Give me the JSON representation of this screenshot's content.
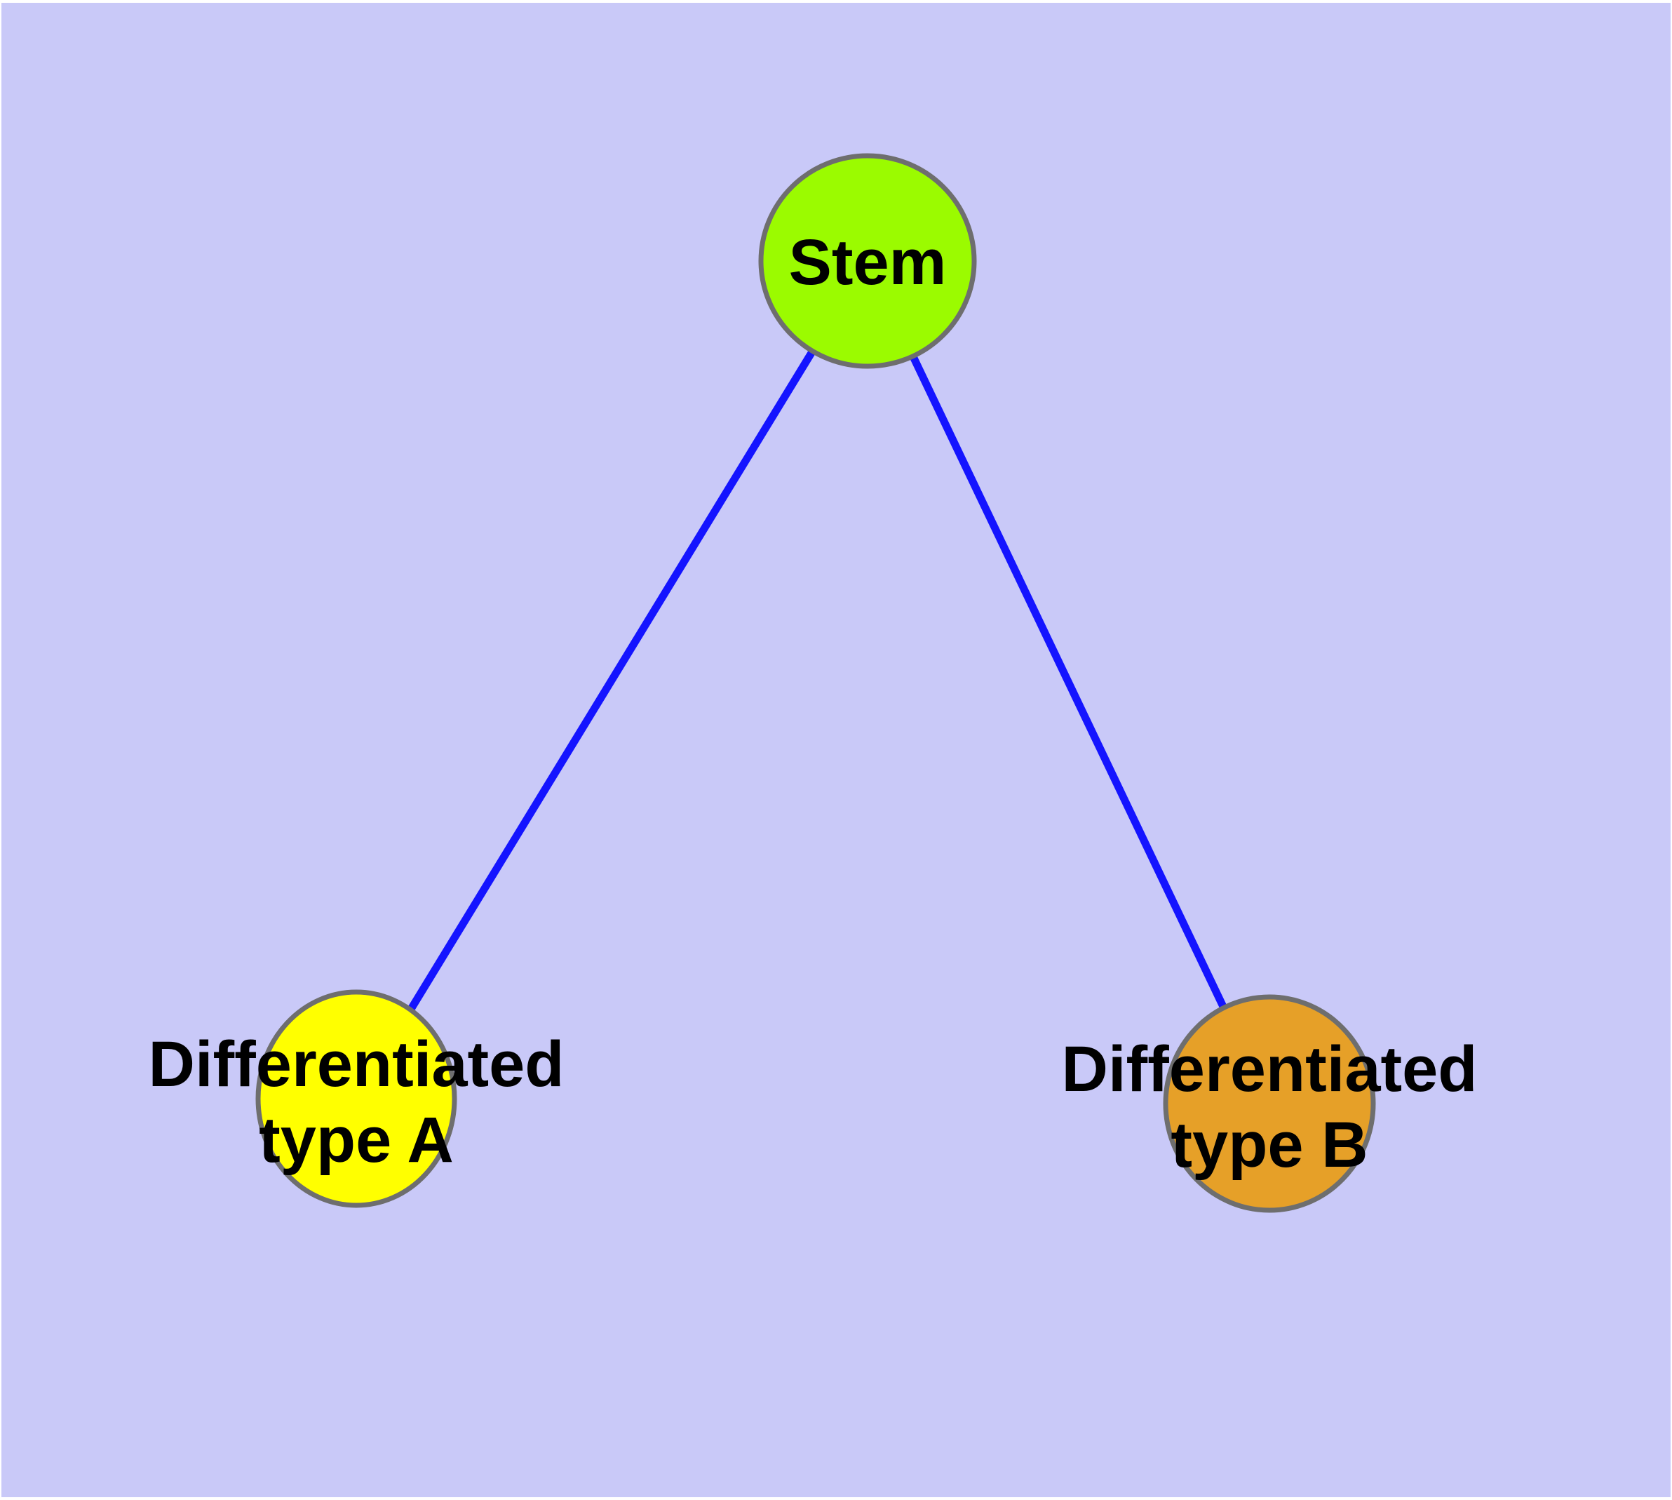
{
  "diagram": {
    "type": "graph",
    "background_color": "#c9c9f8",
    "frame_color": "#ffffff",
    "edge_color": "#1414ff",
    "node_border_color": "#6e6e6e",
    "text_color": "#000000",
    "nodes": {
      "stem": {
        "label": "Stem",
        "fill": "#9bfb00"
      },
      "type_a": {
        "label_line1": "Differentiated",
        "label_line2": "type A",
        "fill": "#ffff00"
      },
      "type_b": {
        "label_line1": "Differentiated",
        "label_line2": "type B",
        "fill": "#e6a028"
      }
    },
    "edges": [
      {
        "from": "stem",
        "to": "type_a"
      },
      {
        "from": "stem",
        "to": "type_b"
      }
    ]
  }
}
